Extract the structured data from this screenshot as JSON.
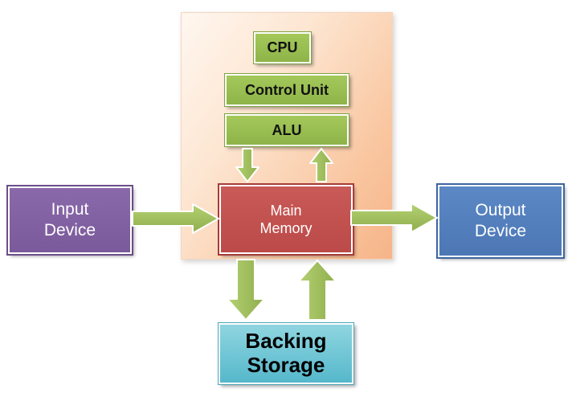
{
  "cpu_panel": {
    "title": "CPU",
    "control_unit": "Control Unit",
    "alu": "ALU"
  },
  "input_device": {
    "line1": "Input",
    "line2": "Device"
  },
  "main_memory": {
    "line1": "Main",
    "line2": "Memory"
  },
  "output_device": {
    "line1": "Output",
    "line2": "Device"
  },
  "backing_storage": {
    "line1": "Backing",
    "line2": "Storage"
  },
  "colors": {
    "cpu_panel": "#f9c6a0",
    "green_box": "#9bbf55",
    "input": "#7f5fa0",
    "memory": "#c0504d",
    "output": "#4f81bd",
    "storage": "#4bacc6",
    "arrow": "#9bbb59"
  }
}
